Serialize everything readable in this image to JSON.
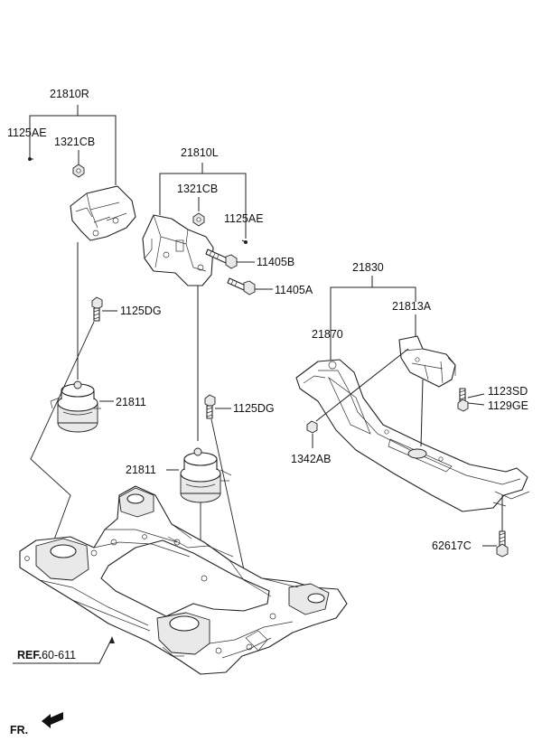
{
  "labels": {
    "bracket_r": "21810R",
    "bolt_r": "1125AE",
    "nut_r": "1321CB",
    "bracket_l": "21810L",
    "nut_l": "1321CB",
    "bolt_l": "1125AE",
    "bolt_11405b": "11405B",
    "bolt_11405a": "11405A",
    "crossmember_assy": "21830",
    "bracket_21813a": "21813A",
    "crossmember_21870": "21870",
    "bolt_1125dg_r": "1125DG",
    "bolt_1125dg_l": "1125DG",
    "mount_21811_r": "21811",
    "mount_21811_l": "21811",
    "bolt_1123sd": "1123SD",
    "bolt_1129ge": "1129GE",
    "nut_1342ab": "1342AB",
    "bolt_62617c": "62617C"
  },
  "ref": {
    "prefix": "REF.",
    "code": "60-611"
  },
  "fr": {
    "label": "FR."
  },
  "icons": {
    "front_arrow": "front-direction-arrow-icon"
  }
}
